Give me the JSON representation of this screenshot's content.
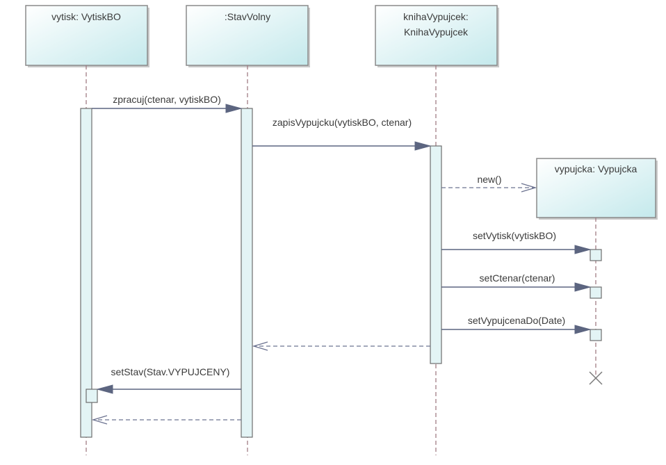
{
  "lifelines": [
    {
      "id": "vytisk",
      "name_lines": [
        "vytisk: VytiskBO"
      ]
    },
    {
      "id": "stav",
      "name_lines": [
        ":StavVolny"
      ]
    },
    {
      "id": "kniha",
      "name_lines": [
        "knihaVypujcek:",
        "KnihaVypujcek"
      ]
    },
    {
      "id": "vypujcka",
      "name_lines": [
        "vypujcka: Vypujcka"
      ]
    }
  ],
  "messages": [
    {
      "id": "m1",
      "label": "zpracuj(ctenar, vytiskBO)",
      "kind": "sync"
    },
    {
      "id": "m2",
      "label": "zapisVypujcku(vytiskBO, ctenar)",
      "kind": "sync"
    },
    {
      "id": "m3",
      "label": "new()",
      "kind": "create"
    },
    {
      "id": "m4",
      "label": "setVytisk(vytiskBO)",
      "kind": "sync"
    },
    {
      "id": "m5",
      "label": "setCtenar(ctenar)",
      "kind": "sync"
    },
    {
      "id": "m6",
      "label": "setVypujcenaDo(Date)",
      "kind": "sync"
    },
    {
      "id": "m7",
      "label": "",
      "kind": "return"
    },
    {
      "id": "m8",
      "label": "setStav(Stav.VYPUJCENY)",
      "kind": "sync"
    },
    {
      "id": "m9",
      "label": "",
      "kind": "return"
    }
  ]
}
